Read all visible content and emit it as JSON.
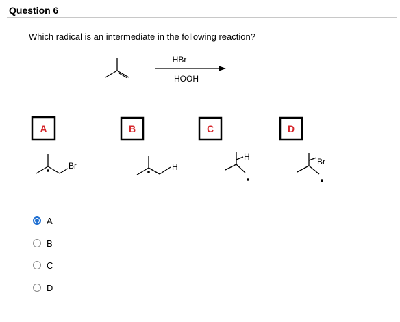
{
  "question": {
    "title": "Question 6",
    "prompt": "Which radical is an intermediate in the following reaction?"
  },
  "reaction": {
    "reagent_top": "HBr",
    "reagent_bottom": "HOOH"
  },
  "structures": [
    {
      "letter": "A",
      "atom_label": "Br"
    },
    {
      "letter": "B",
      "atom_label": "H"
    },
    {
      "letter": "C",
      "atom_label": "H"
    },
    {
      "letter": "D",
      "atom_label": "Br"
    }
  ],
  "colors": {
    "box_letter": "#d6262b",
    "radio_selected": "#1f6fd1"
  },
  "options": [
    {
      "label": "A",
      "selected": true
    },
    {
      "label": "B",
      "selected": false
    },
    {
      "label": "C",
      "selected": false
    },
    {
      "label": "D",
      "selected": false
    }
  ]
}
